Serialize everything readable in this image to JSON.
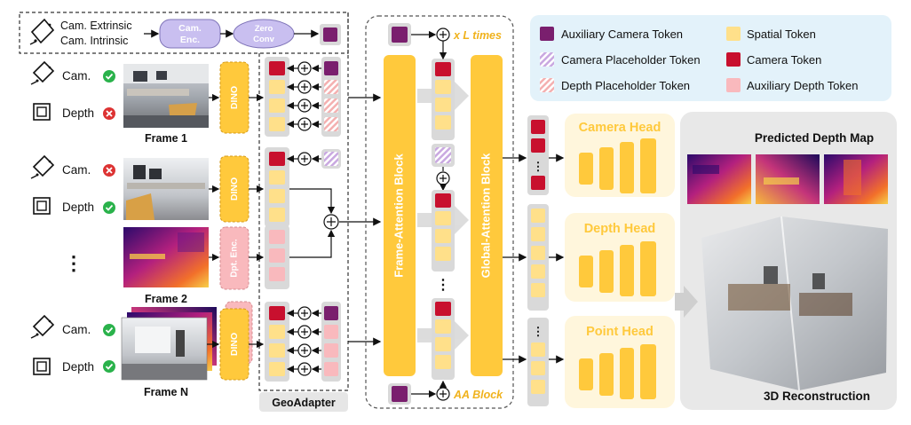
{
  "inputs": {
    "cam_extrinsic": "Cam. Extrinsic",
    "cam_intrinsic": "Cam. Intrinsic",
    "cam": "Cam.",
    "depth": "Depth",
    "ellipsis": "⋮"
  },
  "frames": {
    "frame1": "Frame 1",
    "frame2": "Frame 2",
    "frameN": "Frame N"
  },
  "modules": {
    "cam_enc_line1": "Cam.",
    "cam_enc_line2": "Enc.",
    "zero_conv_line1": "Zero",
    "zero_conv_line2": "Conv",
    "dino": "DINO",
    "dpt_enc": "Dpt. Enc.",
    "geo_adapter": "GeoAdapter",
    "frame_attention": "Frame-Attention Block",
    "global_attention": "Global-Attention Block",
    "x_l_times": "x L times",
    "aa_block": "AA Block",
    "plus": "+"
  },
  "legend": {
    "auxiliary_camera": "Auxiliary Camera Token",
    "spatial": "Spatial Token",
    "camera_placeholder": "Camera Placeholder Token",
    "camera": "Camera Token",
    "depth_placeholder": "Depth Placeholder Token",
    "auxiliary_depth": "Auxiliary Depth Token"
  },
  "heads": {
    "camera_head": "Camera Head",
    "depth_head": "Depth Head",
    "point_head": "Point Head"
  },
  "outputs": {
    "predicted_depth_map": "Predicted Depth Map",
    "reconstruction": "3D Reconstruction"
  },
  "colors": {
    "aux_camera": "#7a1f6e",
    "spatial": "#ffe08a",
    "camera": "#c8102e",
    "aux_depth": "#f9b9bd",
    "placeholder_cam": "#c9a8e0",
    "placeholder_depth": "#f4b0b0",
    "encoder_purple": "#c9bff0",
    "yellow_block": "#ffc93c",
    "head_bg": "#fff6dc",
    "legend_bg": "#e3f2fa",
    "green_check": "#2ab24b",
    "red_cross": "#dd3333"
  }
}
